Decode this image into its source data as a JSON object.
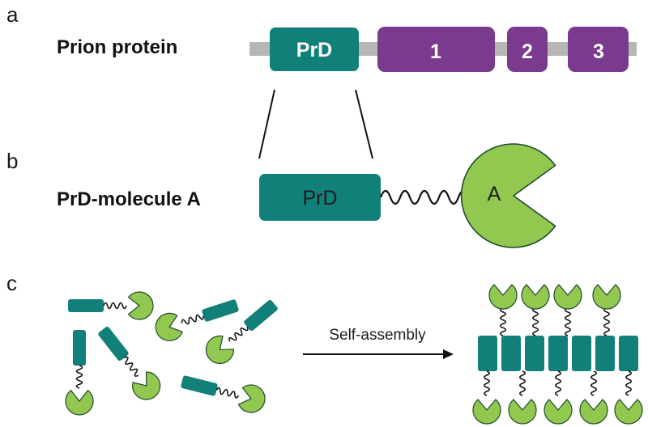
{
  "panels": {
    "a": {
      "letter": "a",
      "label": "Prion protein",
      "domains": [
        "PrD",
        "1",
        "2",
        "3"
      ]
    },
    "b": {
      "letter": "b",
      "label": "PrD-molecule A",
      "prd_label": "PrD",
      "molecule_label": "A"
    },
    "c": {
      "letter": "c",
      "arrow_label": "Self-assembly"
    }
  },
  "colors": {
    "prd": "#108078",
    "domain": "#7a3a8e",
    "backbone": "#b6b6b6",
    "molecule": "#92c750",
    "outline": "#1f4d2b",
    "line": "#111111"
  }
}
